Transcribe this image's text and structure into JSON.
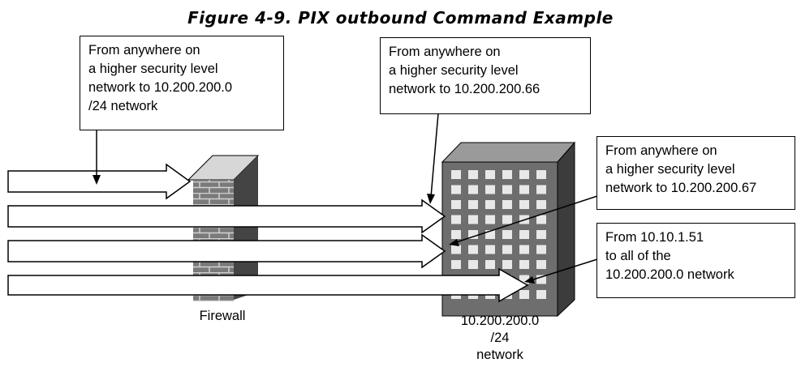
{
  "figure": {
    "title": "Figure 4-9. PIX outbound Command Example"
  },
  "callouts": {
    "left": {
      "lines": [
        "From anywhere on",
        "a higher security level",
        "network to 10.200.200.0",
        "/24 network"
      ]
    },
    "middle": {
      "lines": [
        "From anywhere on",
        "a higher security level",
        "network to 10.200.200.66"
      ]
    },
    "right_top": {
      "lines": [
        "From anywhere on",
        "a higher security level",
        "network to 10.200.200.67"
      ]
    },
    "right_bottom": {
      "lines": [
        "From 10.10.1.51",
        "to all of the",
        "10.200.200.0 network"
      ]
    }
  },
  "labels": {
    "firewall": "Firewall",
    "network": [
      "10.200.200.0",
      "/24",
      "network"
    ]
  },
  "colors": {
    "brick": "#7a7a7a",
    "mortar": "#d0d0d0",
    "building_front": "#6e6e6e",
    "building_side": "#3c3c3c",
    "building_top": "#9a9a9a",
    "window": "#e8e8e8"
  }
}
